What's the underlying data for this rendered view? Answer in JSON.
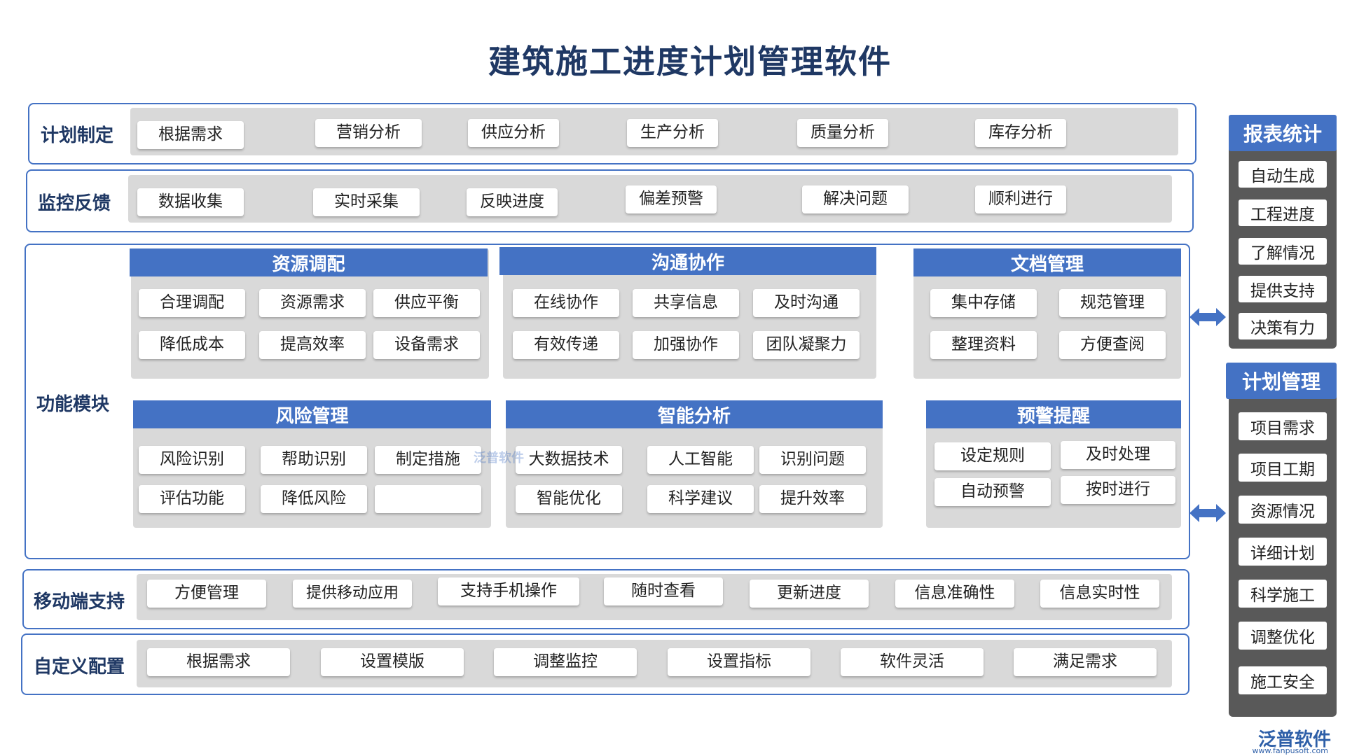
{
  "title": "建筑施工进度计划管理软件",
  "rows": {
    "plan": {
      "label": "计划制定",
      "items": [
        "根据需求",
        "营销分析",
        "供应分析",
        "生产分析",
        "质量分析",
        "库存分析"
      ]
    },
    "monitor": {
      "label": "监控反馈",
      "items": [
        "数据收集",
        "实时采集",
        "反映进度",
        "偏差预警",
        "解决问题",
        "顺利进行"
      ]
    },
    "function": {
      "label": "功能模块"
    },
    "mobile": {
      "label": "移动端支持",
      "items": [
        "方便管理",
        "提供移动应用",
        "支持手机操作",
        "随时查看",
        "更新进度",
        "信息准确性",
        "信息实时性"
      ]
    },
    "custom": {
      "label": "自定义配置",
      "items": [
        "根据需求",
        "设置模版",
        "调整监控",
        "设置指标",
        "软件灵活",
        "满足需求"
      ]
    }
  },
  "modules": {
    "resource": {
      "title": "资源调配",
      "items": [
        "合理调配",
        "资源需求",
        "供应平衡",
        "降低成本",
        "提高效率",
        "设备需求"
      ]
    },
    "comm": {
      "title": "沟通协作",
      "items": [
        "在线协作",
        "共享信息",
        "及时沟通",
        "有效传递",
        "加强协作",
        "团队凝聚力"
      ]
    },
    "doc": {
      "title": "文档管理",
      "items": [
        "集中存储",
        "规范管理",
        "整理资料",
        "方便查阅"
      ]
    },
    "risk": {
      "title": "风险管理",
      "items": [
        "风险识别",
        "帮助识别",
        "制定措施",
        "评估功能",
        "降低风险",
        ""
      ]
    },
    "smart": {
      "title": "智能分析",
      "items": [
        "大数据技术",
        "人工智能",
        "识别问题",
        "智能优化",
        "科学建议",
        "提升效率"
      ]
    },
    "warn": {
      "title": "预警提醒",
      "items": [
        "设定规则",
        "及时处理",
        "自动预警",
        "按时进行"
      ]
    }
  },
  "side": {
    "report": {
      "title": "报表统计",
      "items": [
        "自动生成",
        "工程进度",
        "了解情况",
        "提供支持",
        "决策有力"
      ]
    },
    "plan": {
      "title": "计划管理",
      "items": [
        "项目需求",
        "项目工期",
        "资源情况",
        "详细计划",
        "科学施工",
        "调整优化",
        "施工安全"
      ]
    }
  },
  "watermark": "泛普软件",
  "brand": {
    "name": "泛普软件",
    "url": "www.fanpusoft.com"
  },
  "colors": {
    "accent": "#4472c4",
    "panel": "#d9d9d9",
    "side": "#595959",
    "title": "#1f3864"
  }
}
